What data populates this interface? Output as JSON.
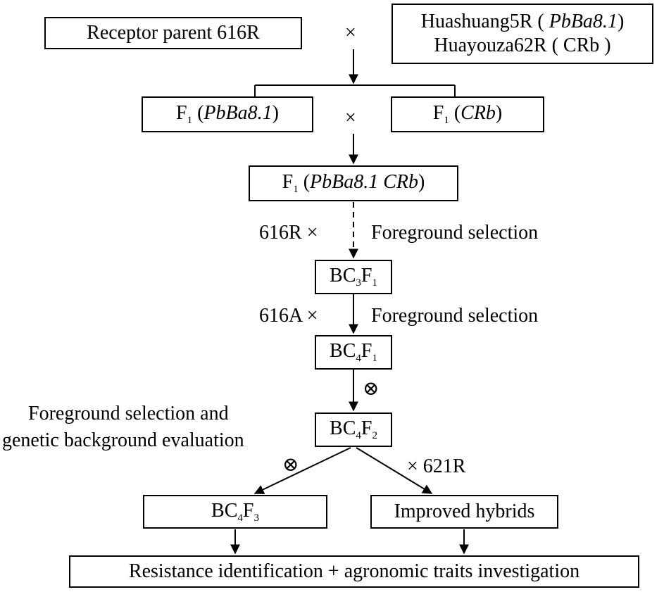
{
  "nodes": {
    "receptor": {
      "text": "Receptor parent 616R"
    },
    "donors": {
      "line1_prefix": "Huashuang5R ( ",
      "line1_gene": "PbBa8.1",
      "line1_suffix": ")",
      "line2": "Huayouza62R ( CRb )"
    },
    "f1_pbba": {
      "base": "F",
      "sub": "1",
      "open": " (",
      "gene": "PbBa8.1",
      "close": ")"
    },
    "f1_crb": {
      "base": "F",
      "sub": "1",
      "open": " (",
      "gene": "CRb",
      "close": ")"
    },
    "f1_both": {
      "base": "F",
      "sub": "1",
      "open": " (",
      "gene": "PbBa8.1 CRb",
      "close": ")"
    },
    "bc3f1": {
      "a": "BC",
      "s1": "3",
      "b": "F",
      "s2": "1"
    },
    "bc4f1": {
      "a": "BC",
      "s1": "4",
      "b": "F",
      "s2": "1"
    },
    "bc4f2": {
      "a": "BC",
      "s1": "4",
      "b": "F",
      "s2": "2"
    },
    "bc4f3": {
      "a": "BC",
      "s1": "4",
      "b": "F",
      "s2": "3"
    },
    "hybrids": {
      "text": "Improved hybrids"
    },
    "final": {
      "text": "Resistance identification + agronomic traits investigation"
    }
  },
  "labels": {
    "cross1": "×",
    "cross2": "×",
    "cross_616r": "616R  ×",
    "fg1": "Foreground selection",
    "cross_616a": "616A  ×",
    "fg2": "Foreground selection",
    "self1": "⊗",
    "fg_bg_line1": "Foreground selection and",
    "fg_bg_line2": "genetic background evaluation",
    "self2": "⊗",
    "cross_621r": "× 621R"
  }
}
